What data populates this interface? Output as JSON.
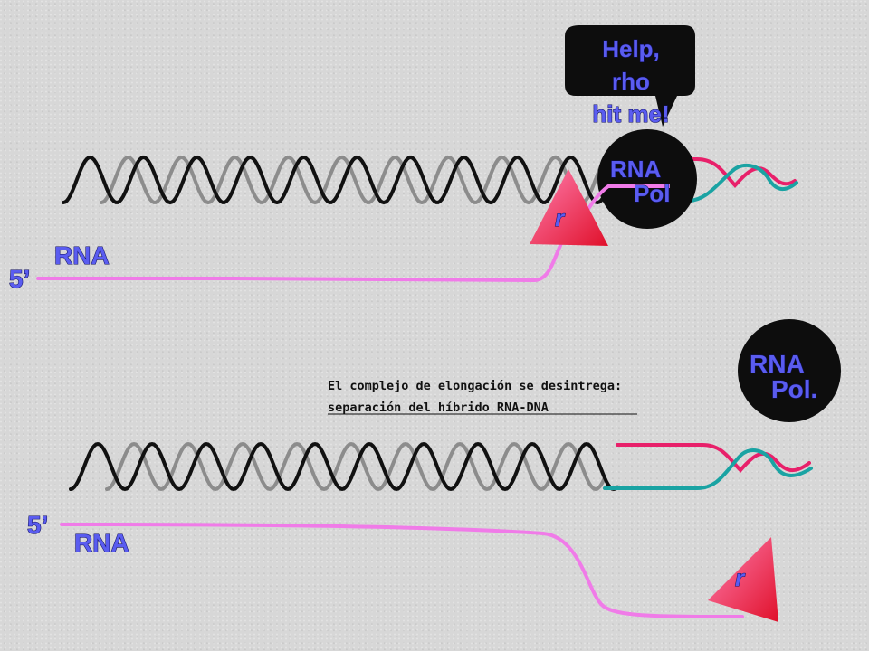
{
  "speech_bubble": {
    "line1": "Help,",
    "line2": "rho",
    "line3": "hit me!"
  },
  "top_panel": {
    "rna_pol_line1": "RNA",
    "rna_pol_line2": "Pol",
    "rho_symbol": "r",
    "rna_label": "RNA",
    "five_prime": "5’"
  },
  "bottom_panel": {
    "rna_pol_line1": "RNA",
    "rna_pol_line2": "Pol.",
    "rho_symbol": "r",
    "rna_label": "RNA",
    "five_prime": "5’",
    "caption_line1": "El complejo de elongación se desintrega:",
    "caption_line2": "separación del híbrido RNA-DNA"
  },
  "colors": {
    "strand_black": "#111111",
    "strand_gray": "#8c8c8c",
    "rna": "#f07be8",
    "coding_pink": "#e8206a",
    "template_teal": "#1aa3a3",
    "rho_light": "#ff6aa0",
    "rho_dark": "#e0102a",
    "label_blue": "#5a5cf0"
  }
}
